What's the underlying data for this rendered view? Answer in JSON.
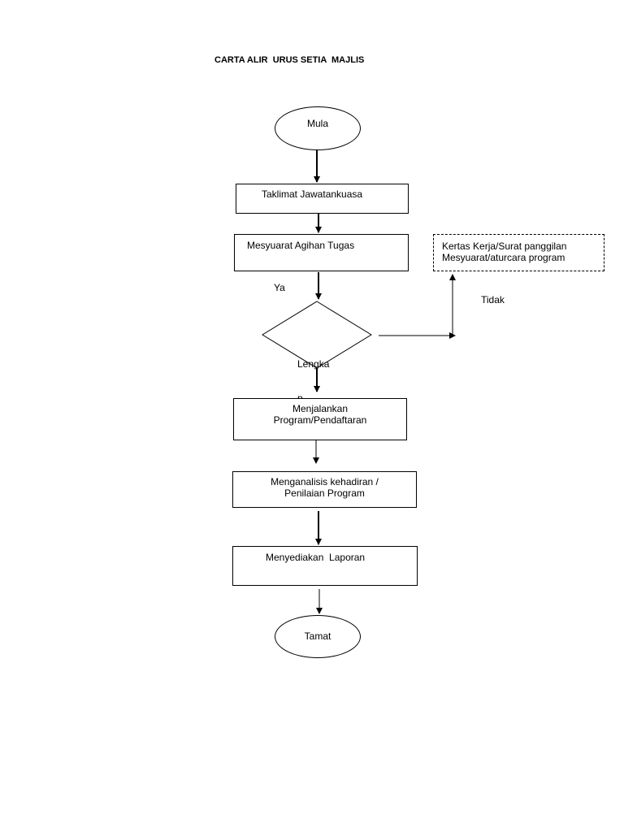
{
  "title": "CARTA ALIR  URUS SETIA  MAJLIS",
  "nodes": {
    "start": "Mula",
    "briefing": "Taklimat Jawatankuasa",
    "meeting": "Mesyuarat Agihan Tugas",
    "documents_line1": "Kertas Kerja/Surat panggilan",
    "documents_line2": "Mesyuarat/aturcara program",
    "decision_line1": "Lengka",
    "decision_line2": "p",
    "run_line1": "Menjalankan",
    "run_line2": "Program/Pendaftaran",
    "analyse_line1": "Menganalisis kehadiran  /",
    "analyse_line2": "Penilaian Program",
    "report": "Menyediakan  Laporan",
    "end": "Tamat"
  },
  "edge_labels": {
    "yes": "Ya",
    "no": "Tidak"
  }
}
